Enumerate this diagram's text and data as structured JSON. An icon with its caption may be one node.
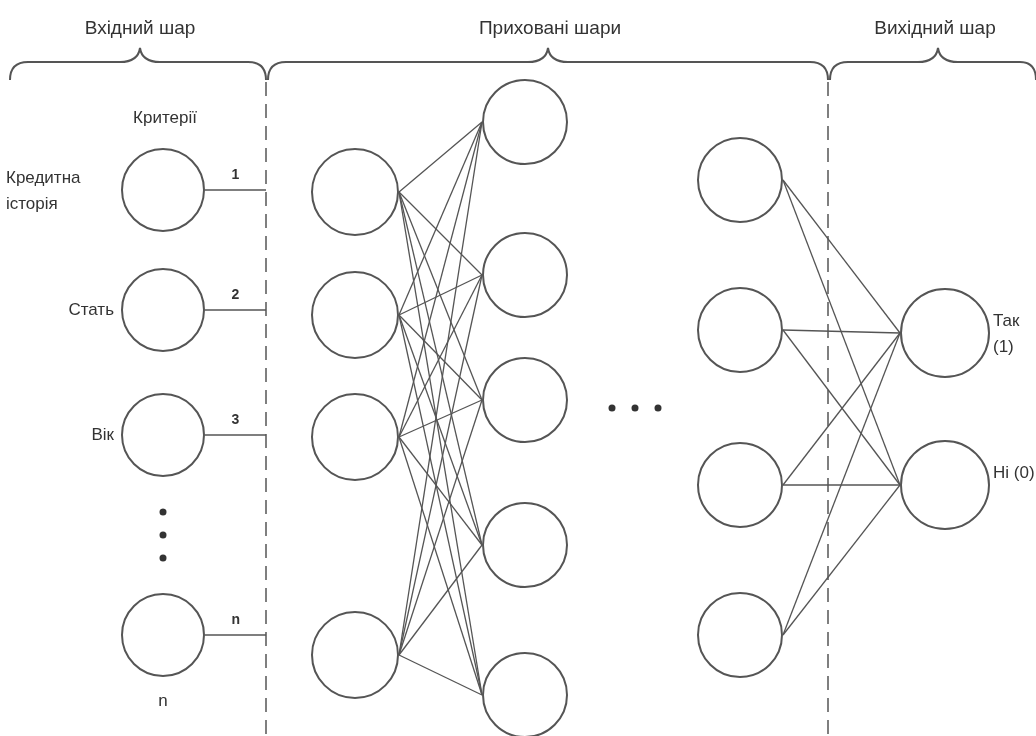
{
  "diagram": {
    "nodes": [
      {
        "text": [],
        "shape": "circle",
        "beside": [
          "Кредитна історія"
        ]
      },
      {
        "text": [],
        "shape": "circle",
        "beside": [
          "Стать"
        ]
      },
      {
        "text": [],
        "shape": "circle",
        "beside": [
          "Вік"
        ]
      },
      {
        "text": [],
        "shape": "circle",
        "beside": [
          "n"
        ]
      },
      {
        "text": [],
        "shape": "circle"
      },
      {
        "text": [],
        "shape": "circle"
      },
      {
        "text": [],
        "shape": "circle"
      },
      {
        "text": [],
        "shape": "circle"
      },
      {
        "text": [],
        "shape": "circle"
      },
      {
        "text": [],
        "shape": "circle"
      },
      {
        "text": [],
        "shape": "circle"
      },
      {
        "text": [],
        "shape": "circle"
      },
      {
        "text": [],
        "shape": "circle"
      },
      {
        "text": [],
        "shape": "circle"
      },
      {
        "text": [],
        "shape": "circle"
      },
      {
        "text": [],
        "shape": "circle"
      },
      {
        "text": [],
        "shape": "circle"
      },
      {
        "text": [],
        "shape": "circle",
        "beside": [
          "Так (1)"
        ]
      },
      {
        "text": [],
        "shape": "circle",
        "beside": [
          "Ні (0)"
        ]
      }
    ],
    "edges": [
      {
        "from": 0,
        "to": null,
        "arrow": "none",
        "label": "1"
      },
      {
        "from": 1,
        "to": null,
        "arrow": "none",
        "label": "2"
      },
      {
        "from": 2,
        "to": null,
        "arrow": "none",
        "label": "3"
      },
      {
        "from": 3,
        "to": null,
        "arrow": "none",
        "label": "n"
      },
      {
        "from": 4,
        "to": 8,
        "arrow": "none"
      },
      {
        "from": 4,
        "to": 9,
        "arrow": "none"
      },
      {
        "from": 4,
        "to": 10,
        "arrow": "none"
      },
      {
        "from": 4,
        "to": 11,
        "arrow": "none"
      },
      {
        "from": 4,
        "to": 12,
        "arrow": "none"
      },
      {
        "from": 5,
        "to": 8,
        "arrow": "none"
      },
      {
        "from": 5,
        "to": 9,
        "arrow": "none"
      },
      {
        "from": 5,
        "to": 10,
        "arrow": "none"
      },
      {
        "from": 5,
        "to": 11,
        "arrow": "none"
      },
      {
        "from": 5,
        "to": 12,
        "arrow": "none"
      },
      {
        "from": 6,
        "to": 8,
        "arrow": "none"
      },
      {
        "from": 6,
        "to": 9,
        "arrow": "none"
      },
      {
        "from": 6,
        "to": 10,
        "arrow": "none"
      },
      {
        "from": 6,
        "to": 11,
        "arrow": "none"
      },
      {
        "from": 6,
        "to": 12,
        "arrow": "none"
      },
      {
        "from": 7,
        "to": 8,
        "arrow": "none"
      },
      {
        "from": 7,
        "to": 9,
        "arrow": "none"
      },
      {
        "from": 7,
        "to": 10,
        "arrow": "none"
      },
      {
        "from": 7,
        "to": 11,
        "arrow": "none"
      },
      {
        "from": 7,
        "to": 12,
        "arrow": "none"
      },
      {
        "from": 13,
        "to": 17,
        "arrow": "none"
      },
      {
        "from": 13,
        "to": 18,
        "arrow": "none"
      },
      {
        "from": 14,
        "to": 17,
        "arrow": "none"
      },
      {
        "from": 14,
        "to": 18,
        "arrow": "none"
      },
      {
        "from": 15,
        "to": 17,
        "arrow": "none"
      },
      {
        "from": 15,
        "to": 18,
        "arrow": "none"
      },
      {
        "from": 16,
        "to": 17,
        "arrow": "none"
      },
      {
        "from": 16,
        "to": 18,
        "arrow": "none"
      }
    ],
    "labels": [
      "Вхідний шар",
      "Приховані шари",
      "Вихідний шар",
      "Критерії"
    ]
  }
}
